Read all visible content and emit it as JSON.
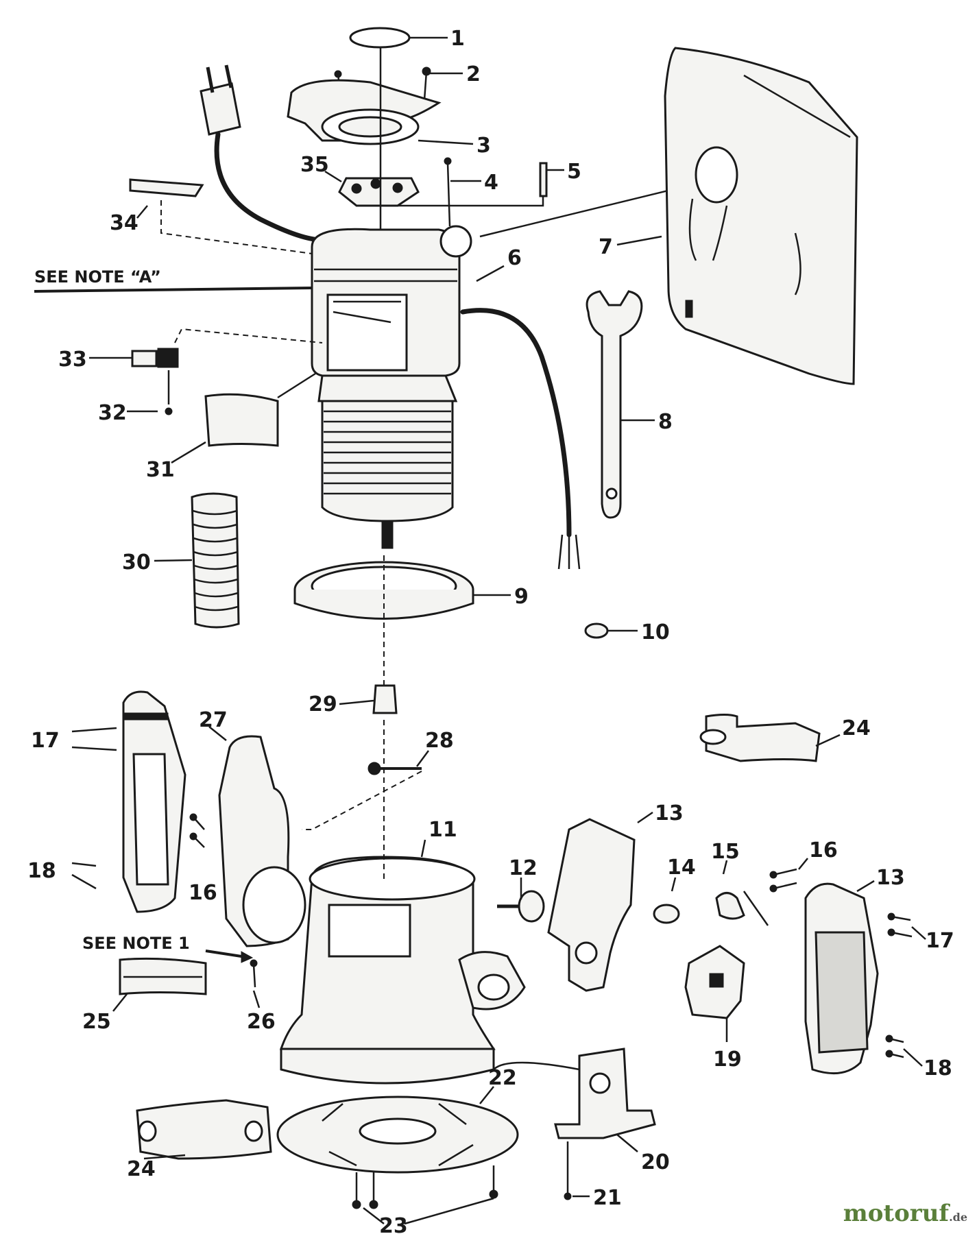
{
  "callouts": [
    {
      "n": "1"
    },
    {
      "n": "2"
    },
    {
      "n": "3"
    },
    {
      "n": "4"
    },
    {
      "n": "5"
    },
    {
      "n": "6"
    },
    {
      "n": "7"
    },
    {
      "n": "8"
    },
    {
      "n": "9"
    },
    {
      "n": "10"
    },
    {
      "n": "11"
    },
    {
      "n": "12"
    },
    {
      "n": "13"
    },
    {
      "n": "13"
    },
    {
      "n": "14"
    },
    {
      "n": "15"
    },
    {
      "n": "16"
    },
    {
      "n": "16"
    },
    {
      "n": "17"
    },
    {
      "n": "17"
    },
    {
      "n": "18"
    },
    {
      "n": "18"
    },
    {
      "n": "19"
    },
    {
      "n": "20"
    },
    {
      "n": "21"
    },
    {
      "n": "22"
    },
    {
      "n": "23"
    },
    {
      "n": "24"
    },
    {
      "n": "24"
    },
    {
      "n": "25"
    },
    {
      "n": "26"
    },
    {
      "n": "27"
    },
    {
      "n": "28"
    },
    {
      "n": "29"
    },
    {
      "n": "30"
    },
    {
      "n": "31"
    },
    {
      "n": "32"
    },
    {
      "n": "33"
    },
    {
      "n": "34"
    },
    {
      "n": "35"
    }
  ],
  "notes": {
    "note_a": "SEE NOTE “A”",
    "note_1": "SEE NOTE 1"
  },
  "watermark": {
    "brand": "motoruf",
    "tld": ".de"
  },
  "colors": {
    "ink": "#1a1a1a",
    "brand": "#5a7f3a"
  }
}
